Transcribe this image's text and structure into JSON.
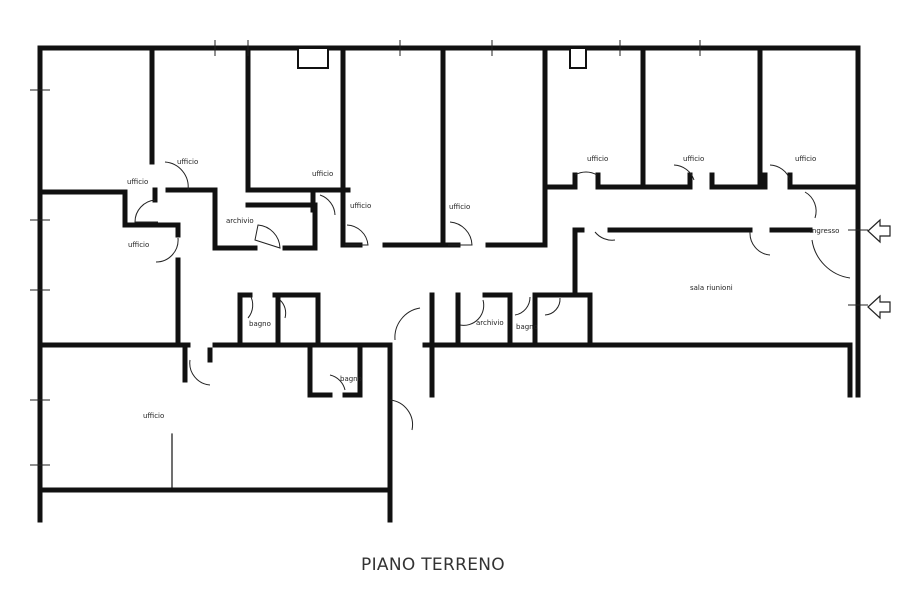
{
  "plan": {
    "title": "PIANO TERRENO",
    "rooms": [
      {
        "id": "ufficio-1",
        "label": "ufficio"
      },
      {
        "id": "ufficio-2",
        "label": "ufficio"
      },
      {
        "id": "ufficio-3",
        "label": "ufficio"
      },
      {
        "id": "ufficio-4",
        "label": "ufficio"
      },
      {
        "id": "ufficio-5",
        "label": "ufficio"
      },
      {
        "id": "ufficio-6",
        "label": "ufficio"
      },
      {
        "id": "ufficio-7",
        "label": "ufficio"
      },
      {
        "id": "ufficio-8",
        "label": "ufficio"
      },
      {
        "id": "ufficio-9",
        "label": "ufficio"
      },
      {
        "id": "ufficio-10",
        "label": "ufficio"
      },
      {
        "id": "archivio-1",
        "label": "archivio"
      },
      {
        "id": "archivio-2",
        "label": "archivio"
      },
      {
        "id": "bagno-1",
        "label": "bagno"
      },
      {
        "id": "bagno-2",
        "label": "bagno"
      },
      {
        "id": "bagno-3",
        "label": "bagno"
      },
      {
        "id": "sala-riunioni",
        "label": "sala riunioni"
      },
      {
        "id": "ingresso",
        "label": "ingresso"
      }
    ],
    "entrance_arrows": [
      "arrow-left-icon",
      "arrow-left-icon"
    ]
  }
}
